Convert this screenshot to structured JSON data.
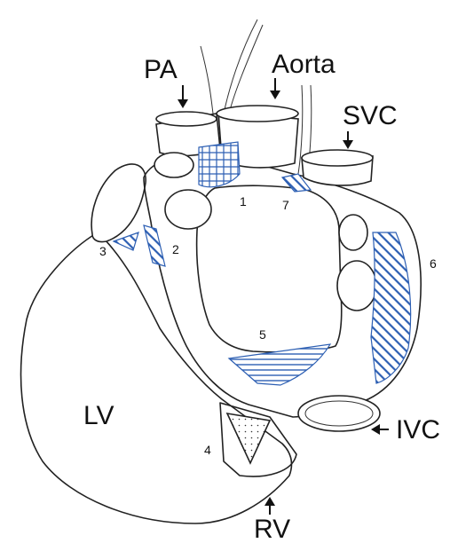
{
  "labels": {
    "pa": "PA",
    "aorta": "Aorta",
    "svc": "SVC",
    "ivc": "IVC",
    "lv": "LV",
    "rv": "RV"
  },
  "numbers": {
    "n1": "1",
    "n2": "2",
    "n3": "3",
    "n4": "4",
    "n5": "5",
    "n6": "6",
    "n7": "7"
  },
  "colors": {
    "hatch": "#2d5fb3",
    "outline": "#222222",
    "fill_region": "#b3c6e6"
  }
}
